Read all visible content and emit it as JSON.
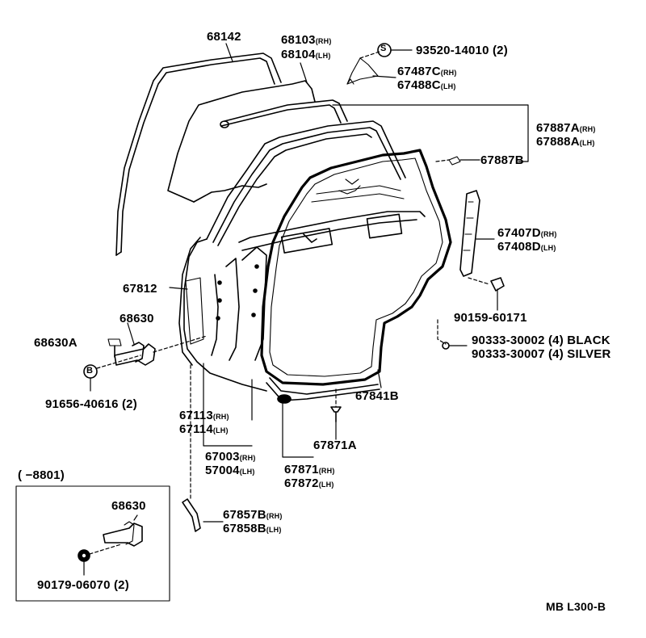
{
  "diagram": {
    "code": "MB L300-B",
    "inset_range": "(        −8801)"
  },
  "labels": {
    "p68142": "68142",
    "p68103": "68103",
    "p68104": "68104",
    "p93520": "93520-14010 (2)",
    "p67487c": "67487C",
    "p67488c": "67488C",
    "p67887a": "67887A",
    "p67888a": "67888A",
    "p67887b": "67887B",
    "p67407d": "67407D",
    "p67408d": "67408D",
    "p90159": "90159-60171",
    "p90333a": "90333-30002 (4) BLACK",
    "p90333b": "90333-30007 (4) SILVER",
    "p67812": "67812",
    "p68630": "68630",
    "p68630a": "68630A",
    "p91656": "91656-40616 (2)",
    "p67841b": "67841B",
    "p67113": "67113",
    "p67114": "67114",
    "p67003": "67003",
    "p57004": "57004",
    "p67871a": "67871A",
    "p67871": "67871",
    "p67872": "67872",
    "p67857b": "67857B",
    "p67858b": "67858B",
    "p68630_inset": "68630",
    "p90179": "90179-06070 (2)"
  },
  "suffix": {
    "rh": "(RH)",
    "lh": "(LH)"
  },
  "callouts": {
    "s": "S",
    "b": "B"
  }
}
